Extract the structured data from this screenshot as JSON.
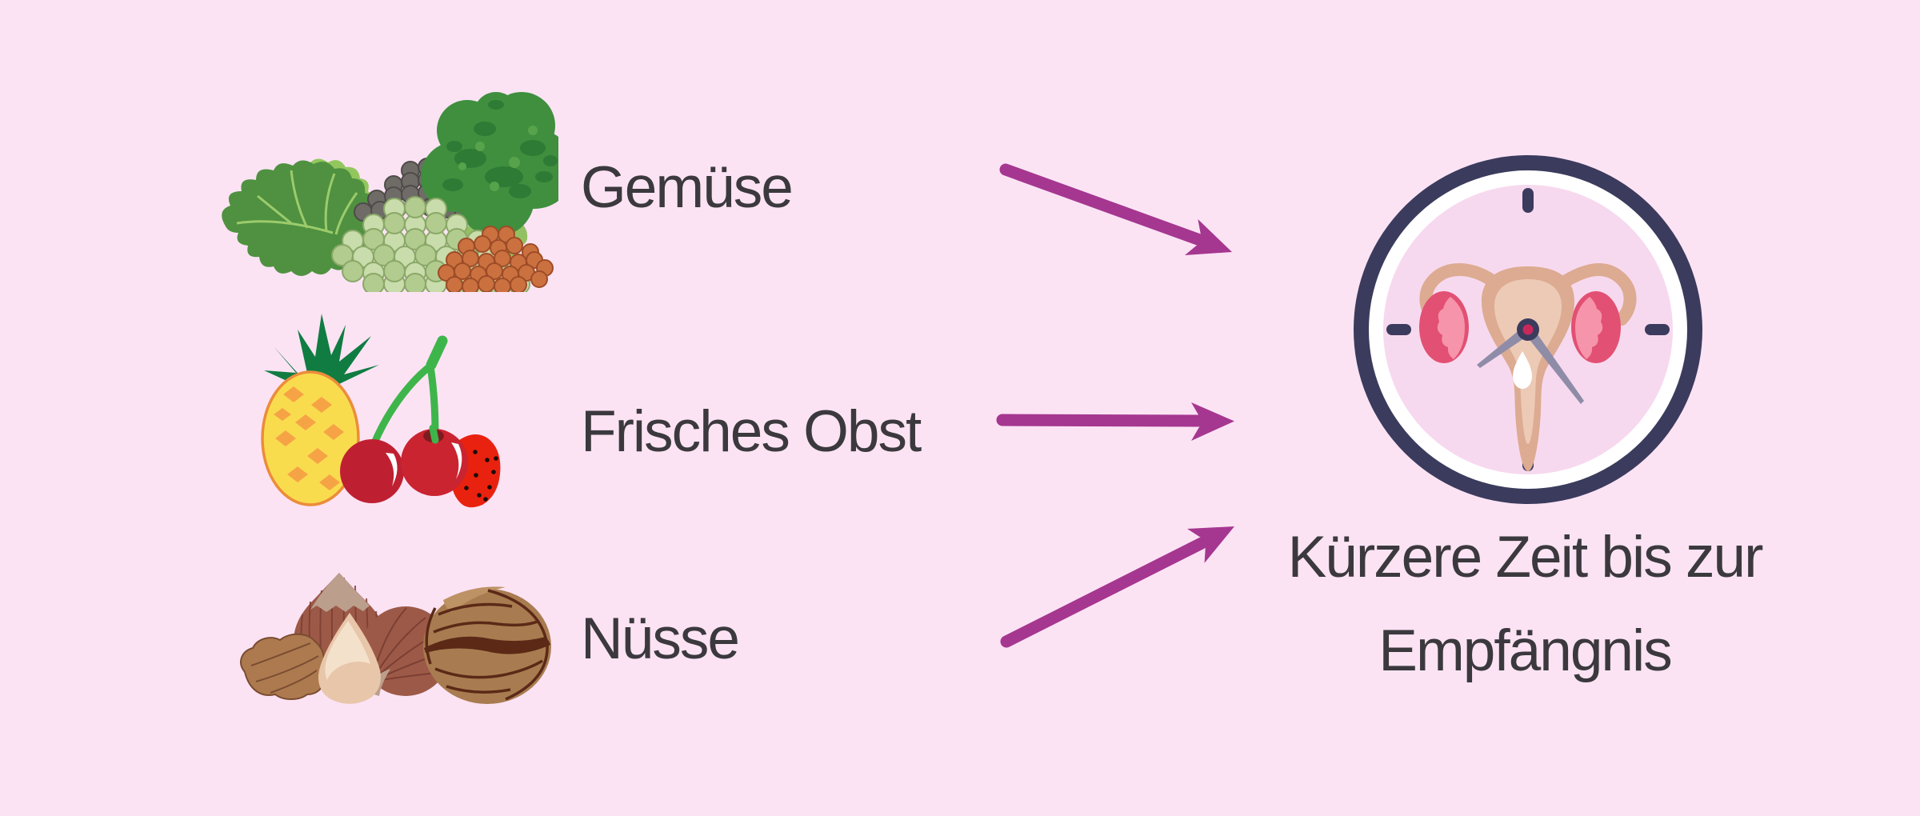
{
  "page": {
    "background_color": "#fbe3f4",
    "language": "de"
  },
  "palette": {
    "arrow_color": "#a53790",
    "text_color": "#3b393d",
    "clock_ring_navy": "#3b3b5d",
    "clock_face_pink": "#f7d9ef",
    "uterus_tan": "#dcab91",
    "ovary_pink": "#e25073"
  },
  "foods": [
    {
      "label": "Gemüse",
      "icon": "vegetables-icon"
    },
    {
      "label": "Frisches Obst",
      "icon": "fruits-icon"
    },
    {
      "label": "Nüsse",
      "icon": "nuts-icon"
    }
  ],
  "result": {
    "line1": "Kürzere Zeit bis zur",
    "line2": "Empfängnis",
    "icon": "uterus-clock-icon"
  }
}
